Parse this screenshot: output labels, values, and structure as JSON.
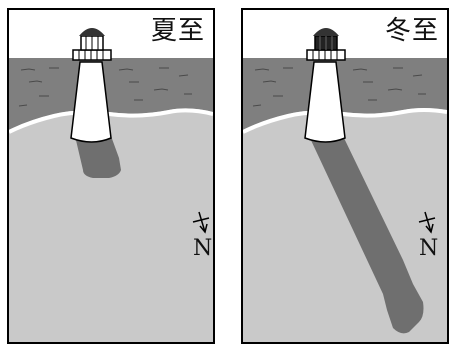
{
  "panels": [
    {
      "id": "summer",
      "label": "夏至",
      "north": "N",
      "shadow": "short"
    },
    {
      "id": "winter",
      "label": "冬至",
      "north": "N",
      "shadow": "long"
    }
  ],
  "colors": {
    "sea": "#7f7f7f",
    "ground": "#c9c9c9",
    "shadow": "#6f6f6f",
    "border": "#000000"
  }
}
